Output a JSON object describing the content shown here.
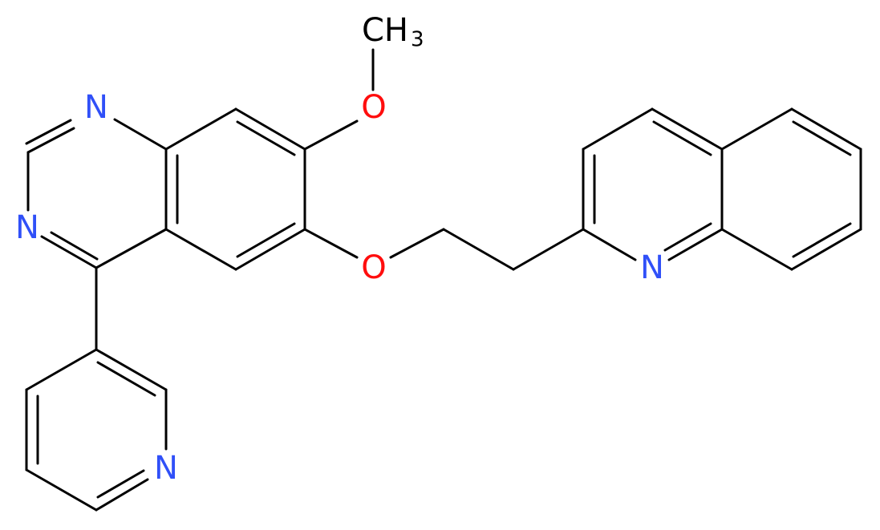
{
  "colors": {
    "bond": "#000000",
    "nitrogen": "#3050F8",
    "oxygen": "#FF0D0D",
    "carbon": "#000000",
    "background": "#FFFFFF"
  },
  "atoms": {
    "n_quin1": "N",
    "n_quin3": "N",
    "n_pyridine": "N",
    "n_quinoline": "N",
    "o_methoxy": "O",
    "o_ether": "O",
    "methyl_c": "CH",
    "methyl_sub": "3"
  }
}
